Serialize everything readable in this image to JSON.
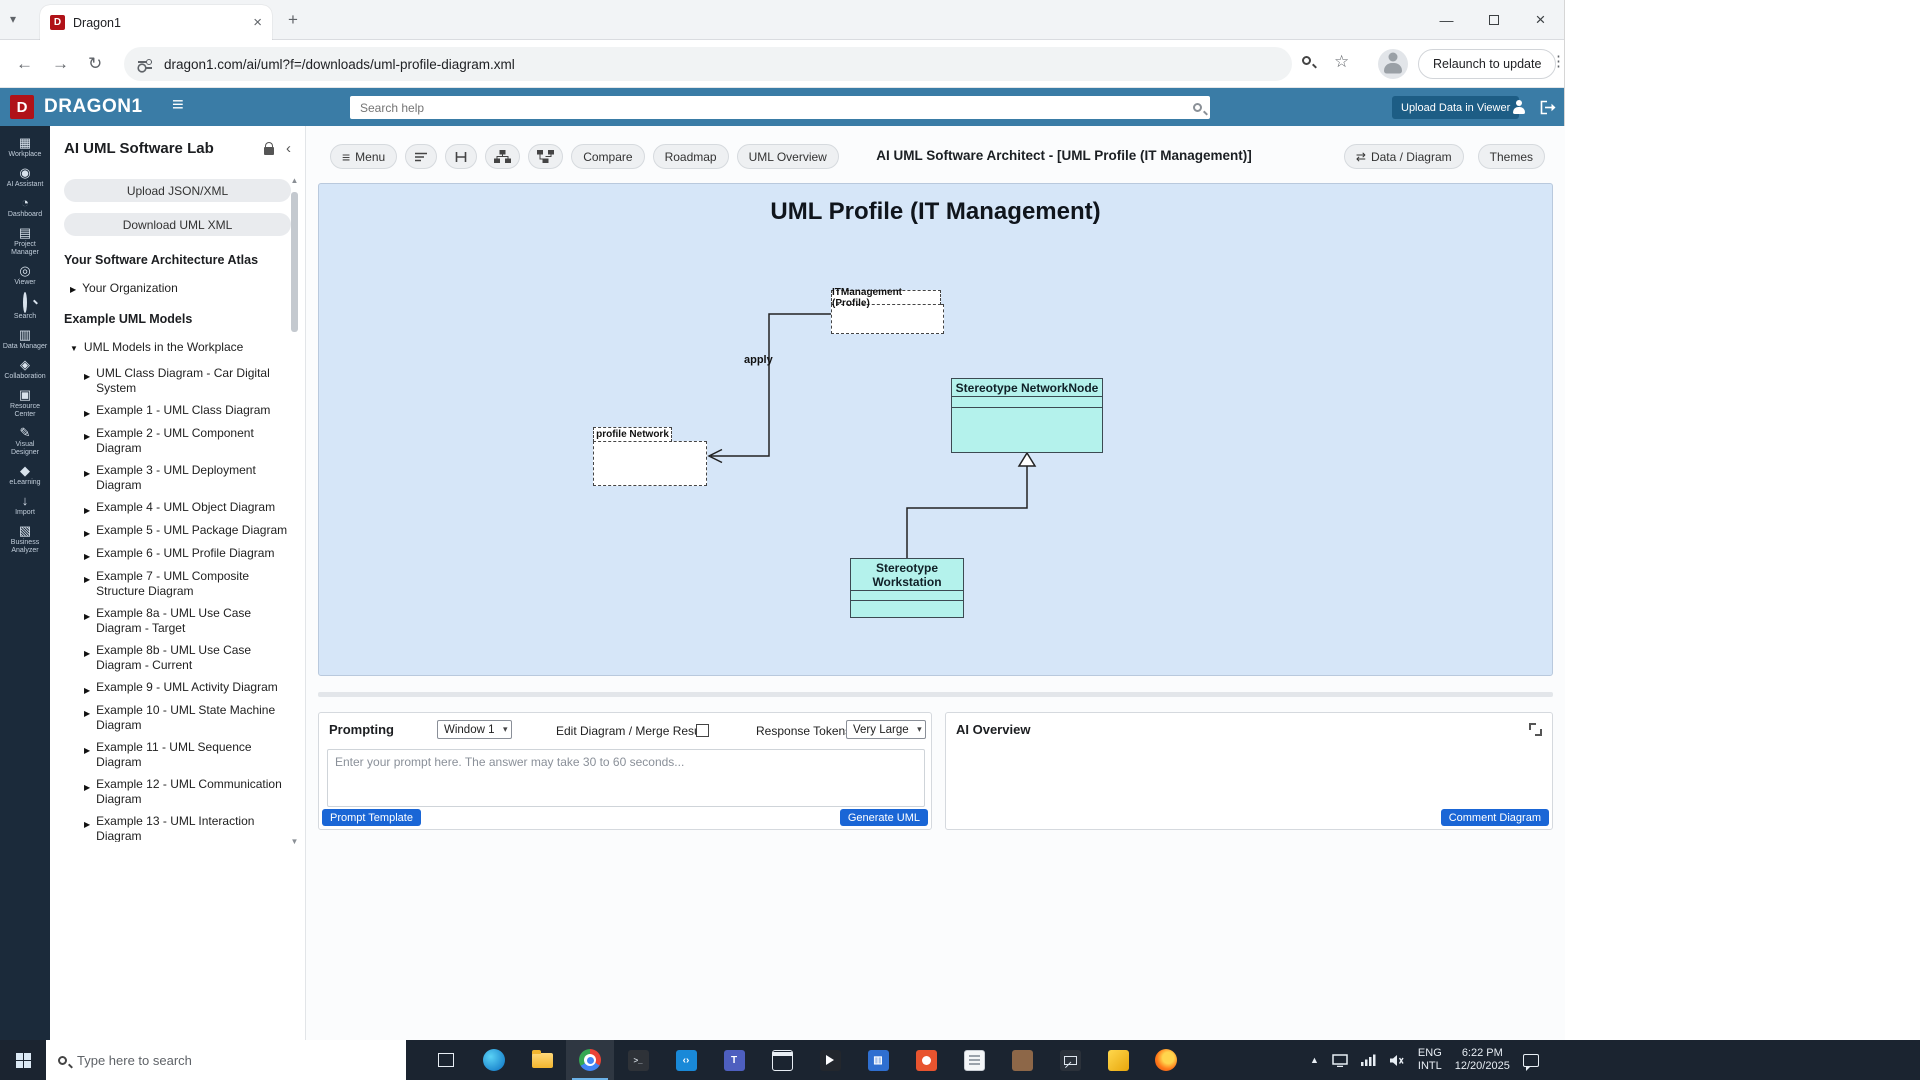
{
  "colors": {
    "brand_red": "#b01218",
    "header_blue": "#3a7ca6",
    "canvas_blue": "#d6e6f8",
    "node_cyan": "#b4f2ec",
    "accent_blue": "#1a66d6"
  },
  "browser": {
    "tab_title": "Dragon1",
    "url": "dragon1.com/ai/uml?f=/downloads/uml-profile-diagram.xml",
    "relaunch_button": "Relaunch to update"
  },
  "app_header": {
    "brand": "DRAGON1",
    "logo_letter": "D",
    "search_placeholder": "Search help",
    "upload_button": "Upload Data in Viewer"
  },
  "rail": {
    "items": [
      {
        "label": "Workplace",
        "icon": "workplace-icon"
      },
      {
        "label": "AI Assistant",
        "icon": "ai-assistant-icon"
      },
      {
        "label": "Dashboard",
        "icon": "dashboard-icon"
      },
      {
        "label": "Project Manager",
        "icon": "project-manager-icon"
      },
      {
        "label": "Viewer",
        "icon": "viewer-icon"
      },
      {
        "label": "Search",
        "icon": "search-icon"
      },
      {
        "label": "Data Manager",
        "icon": "data-manager-icon"
      },
      {
        "label": "Collaboration",
        "icon": "collaboration-icon"
      },
      {
        "label": "Resource Center",
        "icon": "resource-center-icon"
      },
      {
        "label": "Visual Designer",
        "icon": "visual-designer-icon"
      },
      {
        "label": "eLearning",
        "icon": "elearning-icon"
      },
      {
        "label": "Import",
        "icon": "import-icon"
      },
      {
        "label": "Business Analyzer",
        "icon": "business-analyzer-icon"
      }
    ]
  },
  "sidebar": {
    "title": "AI UML Software Lab",
    "upload_button": "Upload JSON/XML",
    "download_button": "Download UML XML",
    "atlas_heading": "Your Software Architecture Atlas",
    "org_item": "Your Organization",
    "examples_heading": "Example UML Models",
    "group_label": "UML Models in the Workplace",
    "items": [
      "UML Class Diagram - Car Digital System",
      "Example 1 - UML Class Diagram",
      "Example 2 - UML Component Diagram",
      "Example 3 - UML Deployment Diagram",
      "Example 4 - UML Object Diagram",
      "Example 5 - UML Package Diagram",
      "Example 6 - UML Profile Diagram",
      "Example 7 - UML Composite Structure Diagram",
      "Example 8a - UML Use Case Diagram - Target",
      "Example 8b - UML Use Case Diagram - Current",
      "Example 9 - UML Activity Diagram",
      "Example 10 - UML State Machine Diagram",
      "Example 11 - UML Sequence Diagram",
      "Example 12 - UML Communication Diagram",
      "Example 13 - UML Interaction Diagram"
    ]
  },
  "toolbar": {
    "menu": "Menu",
    "compare": "Compare",
    "roadmap": "Roadmap",
    "uml_overview": "UML Overview",
    "title": "AI UML Software Architect - [UML Profile (IT Management)]",
    "data_diagram": "Data / Diagram",
    "themes": "Themes"
  },
  "diagram": {
    "title": "UML Profile (IT Management)",
    "profile_package_label": "ITManagement (Profile)",
    "network_package_label": "profile Network",
    "dependency_label": "apply",
    "networknode_label": "Stereotype NetworkNode",
    "workstation_label": "Stereotype Workstation"
  },
  "prompting": {
    "title": "Prompting",
    "window_select_value": "Window 1",
    "edit_merge_label": "Edit Diagram / Merge Result:",
    "response_tokens_label": "Response Tokens:",
    "response_tokens_value": "Very Large",
    "prompt_placeholder": "Enter your prompt here. The answer may take 30 to 60 seconds...",
    "prompt_template_button": "Prompt Template",
    "generate_button": "Generate UML"
  },
  "ai_overview": {
    "title": "AI Overview",
    "comment_button": "Comment Diagram"
  },
  "taskbar": {
    "search_placeholder": "Type here to search",
    "language_line1": "ENG",
    "language_line2": "INTL",
    "time": "6:22 PM",
    "date": "12/20/2025",
    "app_icons": [
      "task-view",
      "edge",
      "file-explorer",
      "chrome",
      "console",
      "vscode",
      "teams",
      "window-app",
      "media-player",
      "folder-app",
      "video-app",
      "notepad",
      "paint",
      "mail",
      "ide",
      "firefox"
    ],
    "tray_icons": [
      "hidden-icons-chevron",
      "display",
      "network",
      "volume",
      "notifications"
    ]
  }
}
